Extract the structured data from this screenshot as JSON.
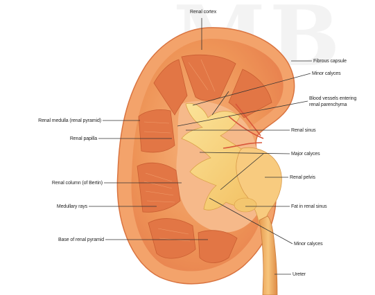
{
  "watermark": "MB",
  "labels": {
    "renal_cortex": "Renal cortex",
    "fibrous_capsule": "Fibrous capsule",
    "minor_calyces_top": "Minor calyces",
    "blood_vessels_line1": "Blood vessels entering",
    "blood_vessels_line2": "renal parenchyma",
    "renal_medulla": "Renal medulla (renal pyramid)",
    "renal_sinus": "Renal sinus",
    "renal_papilla": "Renal papilla",
    "major_calyces": "Major calyces",
    "renal_pelvis": "Renal pelvis",
    "renal_column": "Renal column (of Bertin)",
    "medullary_rays": "Medullary rays",
    "fat_in_renal_sinus": "Fat in renal sinus",
    "base_of_renal_pyramid": "Base of renal pyramid",
    "minor_calyces_bottom": "Minor calyces",
    "ureter": "Ureter"
  },
  "colors": {
    "cortex": "#f09a5c",
    "capsule": "#f5b783",
    "medulla": "#e0703e",
    "calyx": "#f7d27a",
    "leader": "#333333"
  }
}
